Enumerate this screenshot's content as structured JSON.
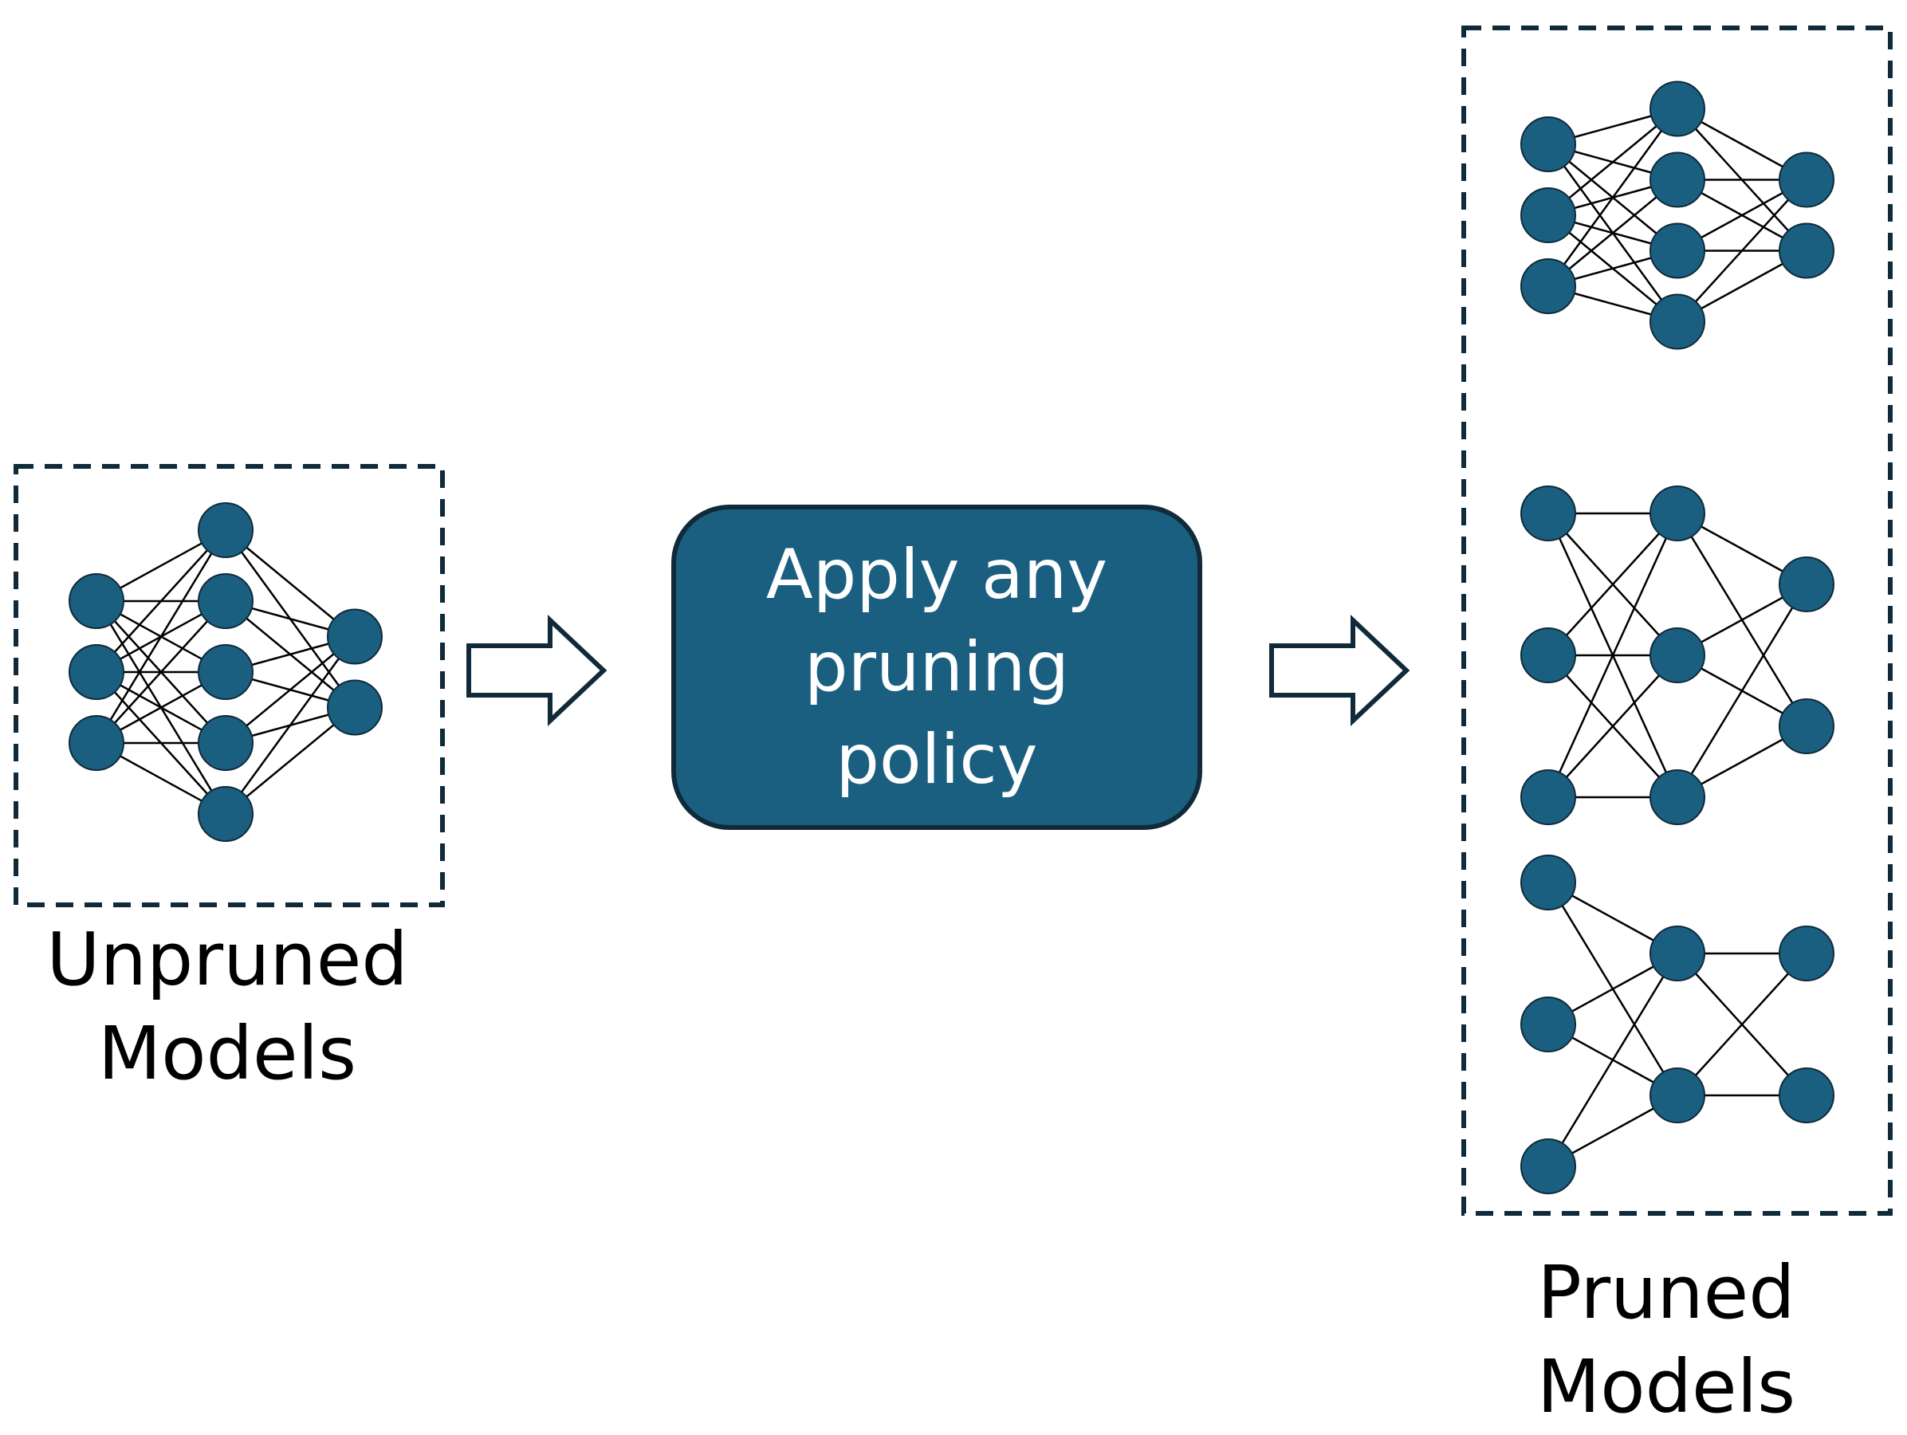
{
  "unpruned": {
    "caption_lines": [
      "Unpruned",
      "Models"
    ],
    "network": {
      "layers": [
        3,
        5,
        2
      ]
    }
  },
  "process": {
    "label_lines": [
      "Apply any",
      "pruning",
      "policy"
    ]
  },
  "pruned": {
    "caption_lines": [
      "Pruned",
      "Models"
    ],
    "networks": [
      {
        "layers": [
          3,
          4,
          2
        ]
      },
      {
        "layers": [
          3,
          3,
          2
        ]
      },
      {
        "layers": [
          3,
          2,
          2
        ]
      }
    ]
  },
  "colors": {
    "node_fill": "#1a5f80",
    "box_fill": "#1a5f80",
    "outline": "#102a3a",
    "edge": "#000000",
    "text": "#000000",
    "box_text": "#ffffff"
  },
  "icons": [
    "right-arrow-icon",
    "neural-network-icon"
  ]
}
